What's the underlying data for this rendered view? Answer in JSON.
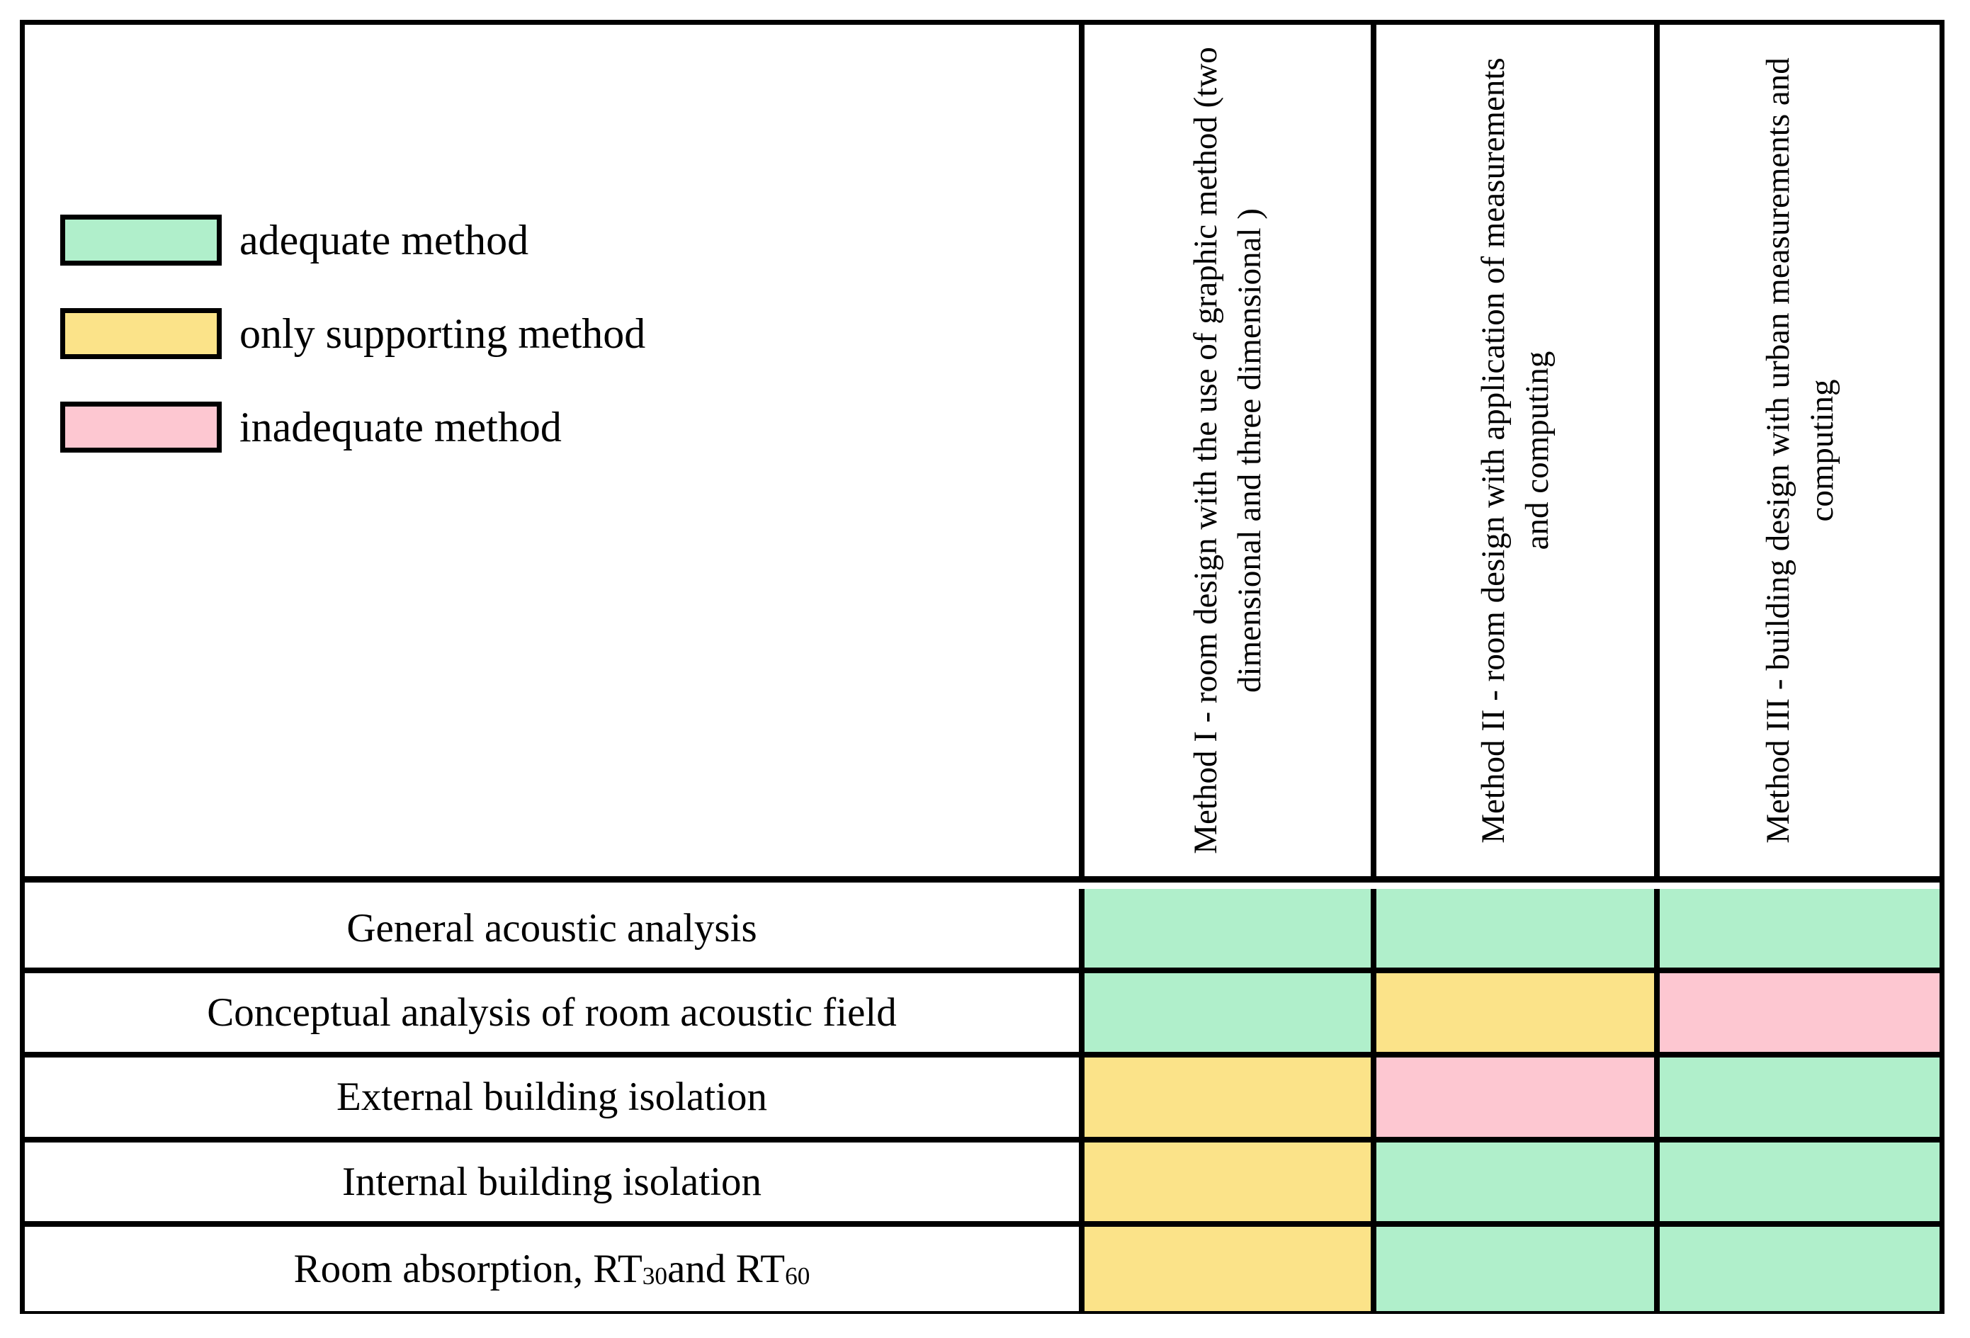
{
  "legend": {
    "items": [
      {
        "label": "adequate method",
        "color": "#b0efcb",
        "key": "green"
      },
      {
        "label": "only supporting method",
        "color": "#fbe389",
        "key": "yellow"
      },
      {
        "label": "inadequate method",
        "color": "#fdc7d1",
        "key": "pink"
      }
    ]
  },
  "table": {
    "column_headers": [
      "Method I - room design with the use of graphic method (two dimensional and three dimensional )",
      "Method II - room design with application of measurements and computing",
      "Method III - building design with urban measurements and computing"
    ],
    "rows": [
      {
        "label": "General acoustic analysis",
        "cells": [
          "green",
          "green",
          "green"
        ]
      },
      {
        "label": "Conceptual analysis of room acoustic field",
        "cells": [
          "green",
          "yellow",
          "pink"
        ]
      },
      {
        "label": "External building isolation",
        "cells": [
          "yellow",
          "pink",
          "green"
        ]
      },
      {
        "label": "Internal building isolation",
        "cells": [
          "yellow",
          "green",
          "green"
        ]
      },
      {
        "label": "Room absorption, RT30 and RT60",
        "label_html": "Room absorption, RT<sub>30</sub> and RT<sub>60</sub>",
        "cells": [
          "yellow",
          "green",
          "green"
        ]
      }
    ]
  },
  "colors": {
    "green": "#b0efcb",
    "yellow": "#fbe389",
    "pink": "#fdc7d1",
    "border": "#000000",
    "background": "#ffffff"
  }
}
